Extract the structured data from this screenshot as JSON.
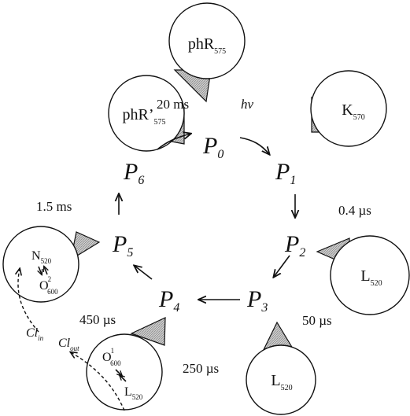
{
  "title": "",
  "cycle": {
    "intermediates": [
      {
        "id": "P0",
        "main": "P",
        "sub": "0"
      },
      {
        "id": "P1",
        "main": "P",
        "sub": "1"
      },
      {
        "id": "P2",
        "main": "P",
        "sub": "2"
      },
      {
        "id": "P3",
        "main": "P",
        "sub": "3"
      },
      {
        "id": "P4",
        "main": "P",
        "sub": "4"
      },
      {
        "id": "P5",
        "main": "P",
        "sub": "5"
      },
      {
        "id": "P6",
        "main": "P",
        "sub": "6"
      }
    ],
    "states": [
      {
        "main": "phR",
        "sub": "575"
      },
      {
        "main": "K",
        "sub": "570"
      },
      {
        "main": "L",
        "sub": "520"
      },
      {
        "main": "L",
        "sub": "520"
      },
      {
        "main": "phR’",
        "sub": "575"
      }
    ],
    "n_state": {
      "main": "N",
      "sub": "520"
    },
    "o2_state": {
      "main": "O",
      "sup": "2",
      "sub": "600"
    },
    "o1_state": {
      "main": "O",
      "sup": "1",
      "sub": "600"
    },
    "l_inner_state": {
      "main": "L",
      "sub": "520"
    },
    "transitions": {
      "hv": "hν",
      "t_p1_p2": "0.4 µs",
      "t_p2_p3": "50 µs",
      "t_p3_p4": "250 µs",
      "t_p4_p5": "450 µs",
      "t_p5_p6": "1.5 ms",
      "t_p6_p0": "20 ms"
    },
    "chloride": {
      "in": {
        "main": "Cl",
        "sub": "in"
      },
      "out": {
        "main": "Cl",
        "sub": "out"
      }
    }
  }
}
